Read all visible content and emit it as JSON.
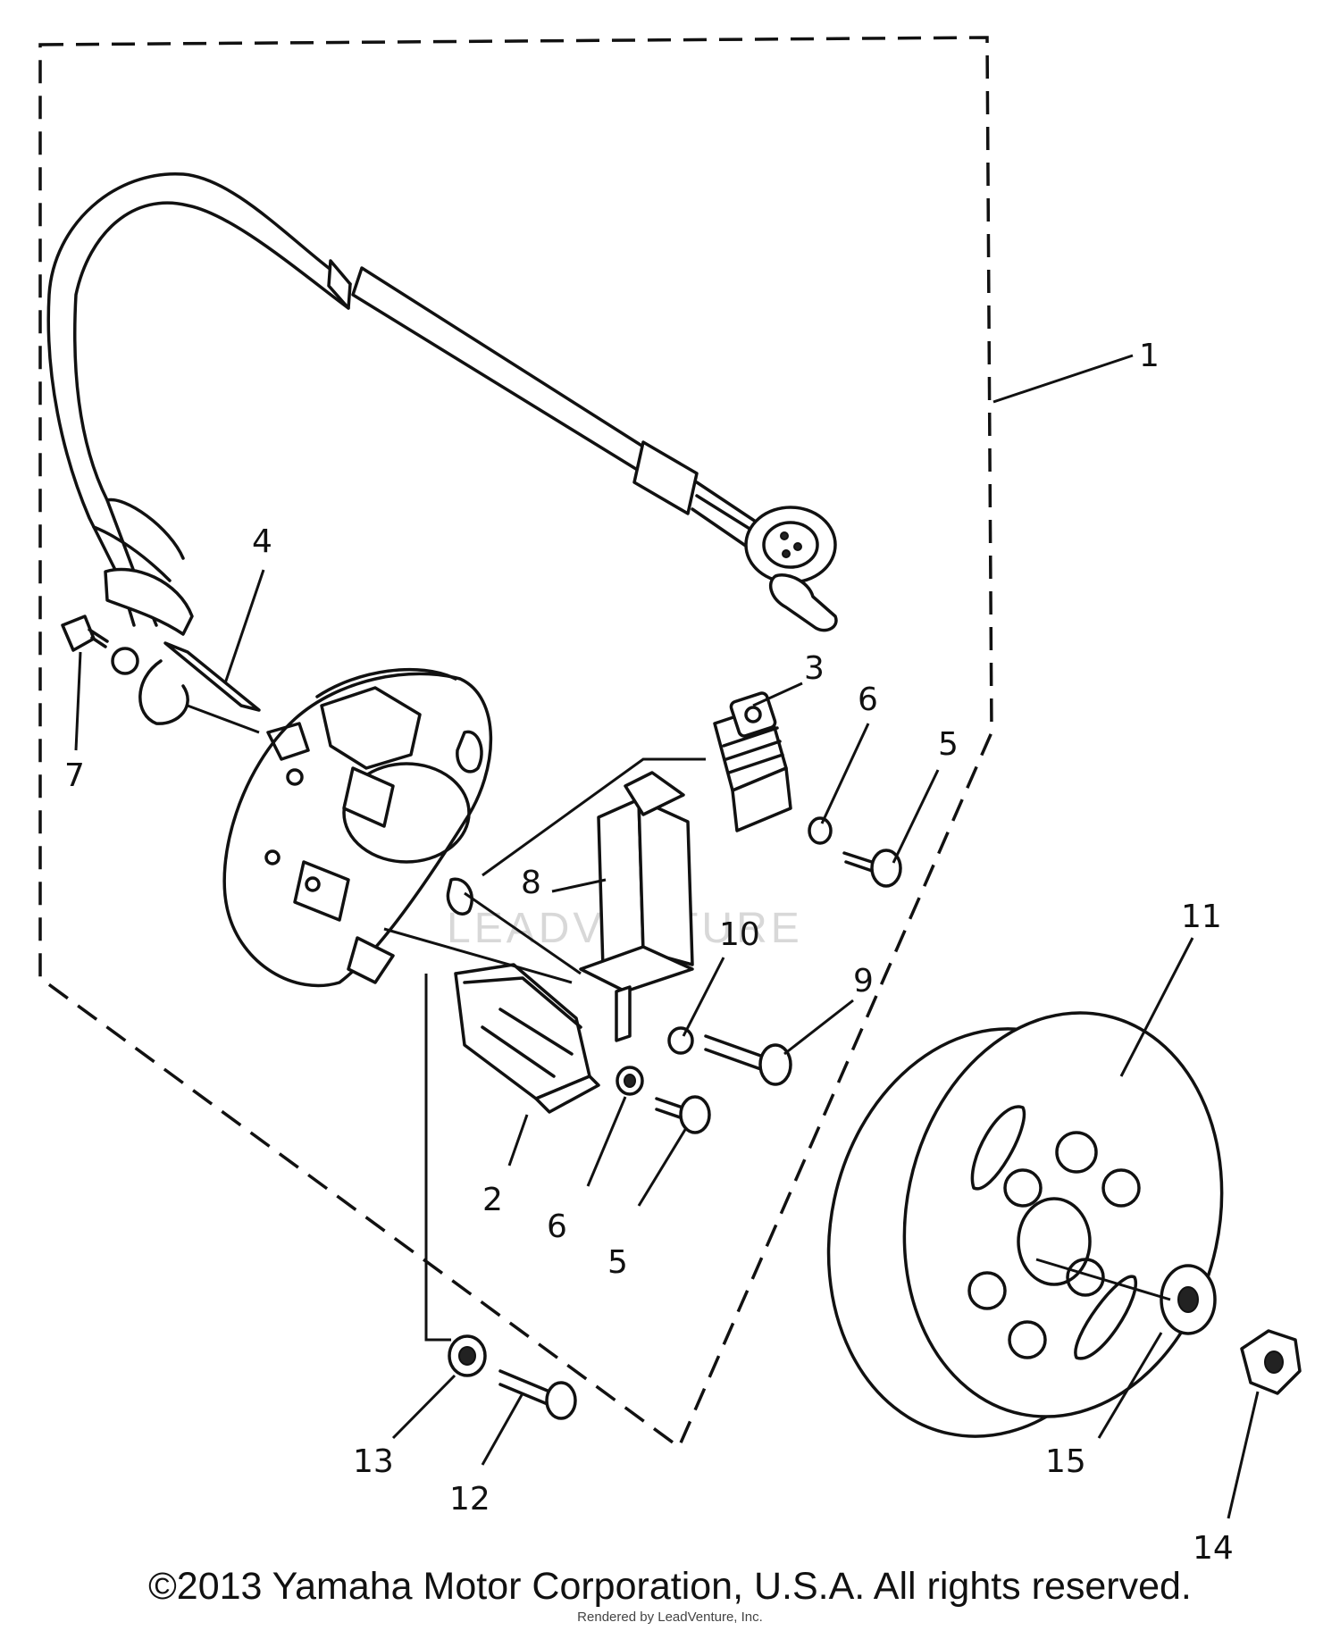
{
  "callouts": [
    "1",
    "2",
    "3",
    "4",
    "5",
    "6",
    "7",
    "8",
    "9",
    "10",
    "11",
    "12",
    "13",
    "14",
    "15"
  ],
  "watermark": "LEADVENTURE",
  "copyright": "©2013 Yamaha Motor Corporation, U.S.A. All rights reserved.",
  "rendered_by": "Rendered by LeadVenture, Inc."
}
